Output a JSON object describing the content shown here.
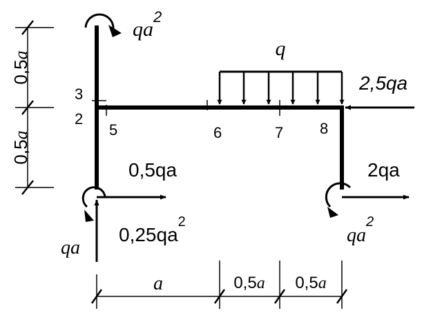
{
  "dimensions": {
    "left_upper": "0,5",
    "left_upper_var": "a",
    "left_lower": "0,5",
    "left_lower_var": "a",
    "bottom_a": "a",
    "bottom_mid": "0,5",
    "bottom_mid_var": "a",
    "bottom_right": "0,5",
    "bottom_right_var": "a"
  },
  "nodes": {
    "n2": "2",
    "n3": "3",
    "n5": "5",
    "n6": "6",
    "n7": "7",
    "n8": "8"
  },
  "loads": {
    "distributed": "q",
    "top_moment_base": "qa",
    "top_moment_exp": "2",
    "right_horizontal_force": "2,5qa",
    "left_support_horizontal": "0,5qa",
    "left_support_vertical": "qa",
    "left_support_moment_base": "0,25qa",
    "left_support_moment_exp": "2",
    "right_support_horizontal": "2qa",
    "right_support_moment_base": "qa",
    "right_support_moment_exp": "2"
  }
}
